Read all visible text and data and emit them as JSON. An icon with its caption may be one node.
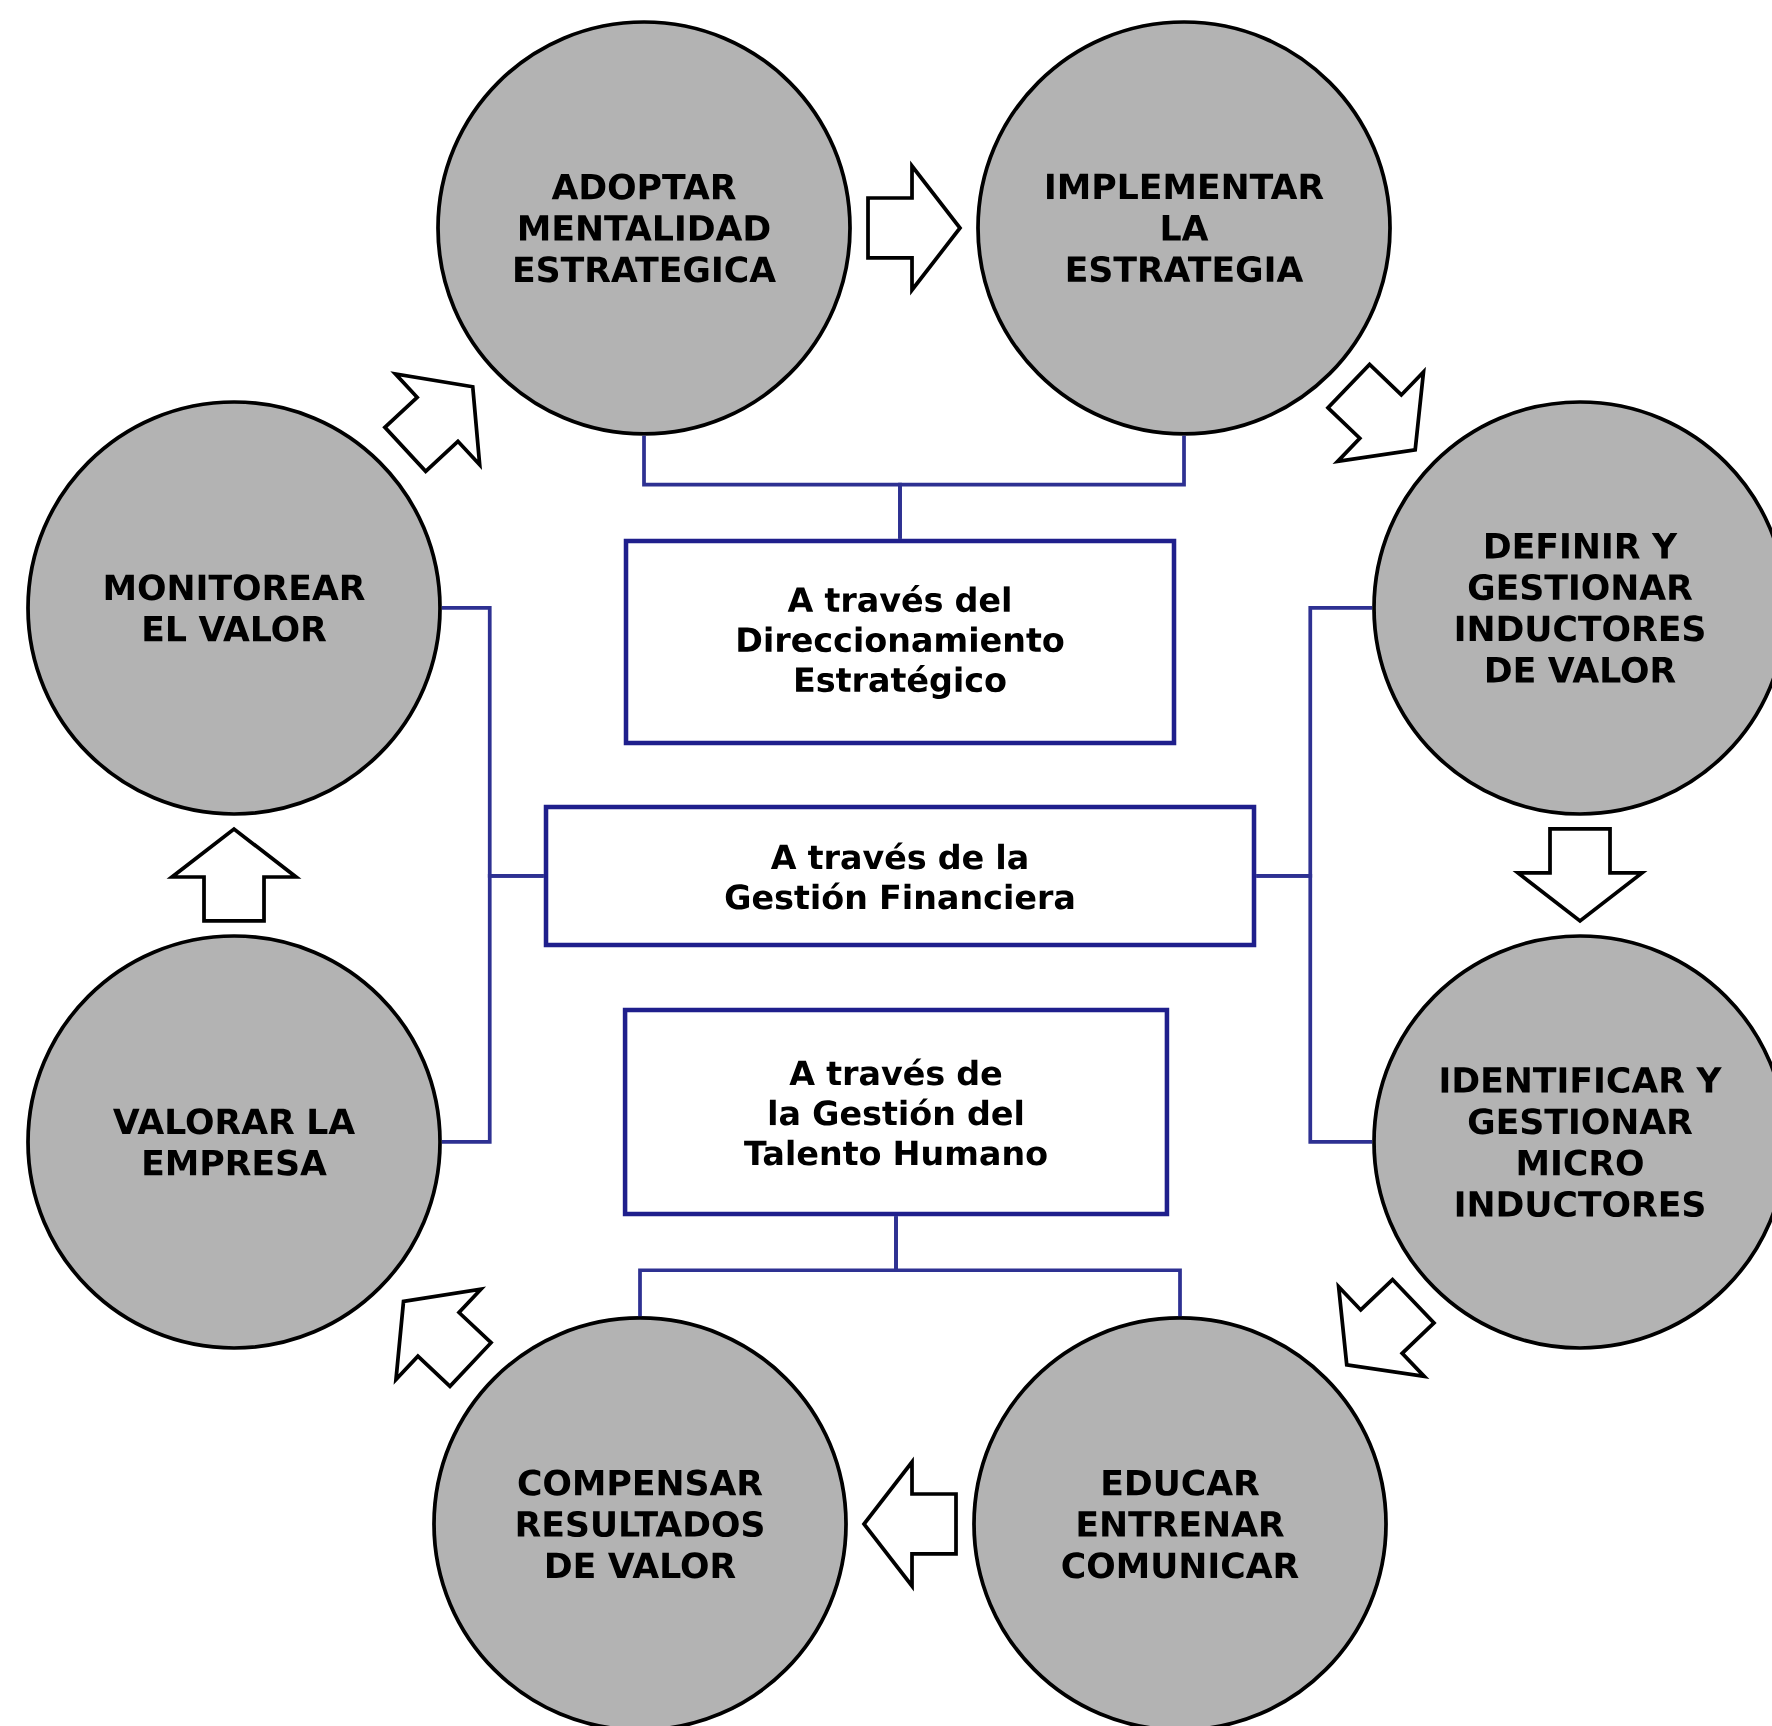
{
  "diagram": {
    "nodes": [
      {
        "text": [
          "ADOPTAR MENTALIDAD ESTRATEGICA"
        ]
      },
      {
        "text": [
          "IMPLEMENTAR LA ESTRATEGIA"
        ]
      },
      {
        "text": [
          "DEFINIR Y GESTIONAR INDUCTORES DE VALOR"
        ]
      },
      {
        "text": [
          "IDENTIFICAR Y GESTIONAR MICRO INDUCTORES"
        ]
      },
      {
        "text": [
          "EDUCAR ENTRENAR COMUNICAR"
        ]
      },
      {
        "text": [
          "COMPENSAR RESULTADOS DE VALOR"
        ]
      },
      {
        "text": [
          "VALORAR LA EMPRESA"
        ]
      },
      {
        "text": [
          "MONITOREAR EL VALOR"
        ]
      },
      {
        "text": [
          "A través del Direccionamiento Estratégico"
        ]
      },
      {
        "text": [
          "A través de la Gestión Financiera"
        ]
      },
      {
        "text": [
          "A través de la Gestión del Talento Humano"
        ]
      }
    ],
    "edges": [
      {
        "from": 0,
        "to": 1,
        "arrow": "to"
      },
      {
        "from": 1,
        "to": 2,
        "arrow": "to"
      },
      {
        "from": 2,
        "to": 3,
        "arrow": "to"
      },
      {
        "from": 3,
        "to": 4,
        "arrow": "to"
      },
      {
        "from": 4,
        "to": 5,
        "arrow": "to"
      },
      {
        "from": 5,
        "to": 6,
        "arrow": "to"
      },
      {
        "from": 6,
        "to": 7,
        "arrow": "to"
      },
      {
        "from": 7,
        "to": 0,
        "arrow": "to"
      },
      {
        "from": 8,
        "to": 0,
        "arrow": "none",
        "color": "#2e3192"
      },
      {
        "from": 8,
        "to": 1,
        "arrow": "none",
        "color": "#2e3192"
      },
      {
        "from": 9,
        "to": 7,
        "arrow": "none",
        "color": "#2e3192"
      },
      {
        "from": 9,
        "to": 6,
        "arrow": "none",
        "color": "#2e3192"
      },
      {
        "from": 9,
        "to": 2,
        "arrow": "none",
        "color": "#2e3192"
      },
      {
        "from": 9,
        "to": 3,
        "arrow": "none",
        "color": "#2e3192"
      },
      {
        "from": 10,
        "to": 5,
        "arrow": "none",
        "color": "#2e3192"
      },
      {
        "from": 10,
        "to": 4,
        "arrow": "none",
        "color": "#2e3192"
      }
    ]
  }
}
